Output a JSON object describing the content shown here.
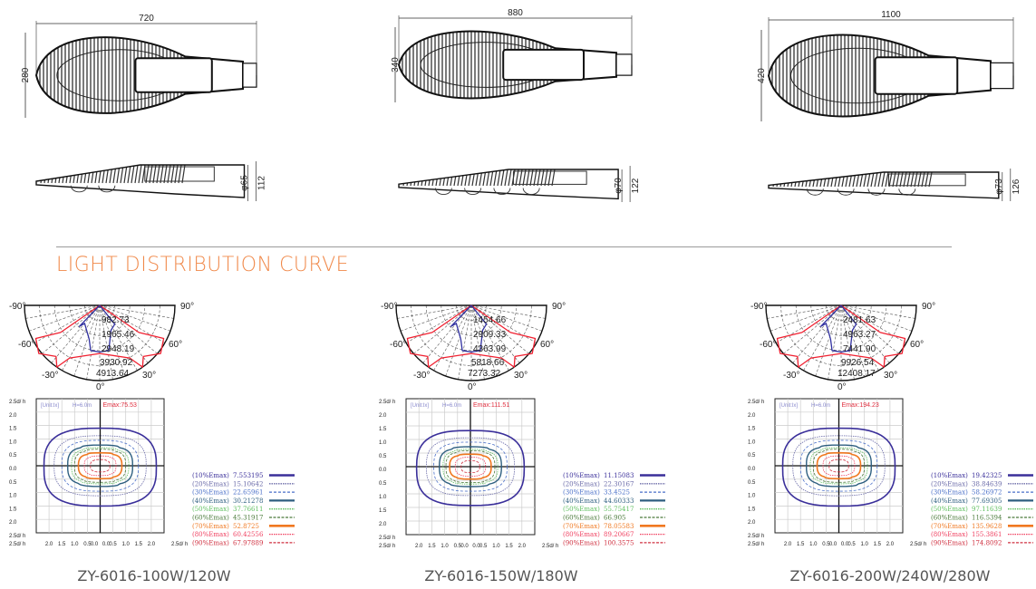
{
  "section_title": "LIGHT DISTRIBUTION CURVE",
  "products": [
    {
      "model": "ZY-6016-100W/120W",
      "dims": {
        "length": "720",
        "width": "280",
        "height": "112",
        "pole": "φ65"
      },
      "polar": {
        "angles": [
          "-90°",
          "90°",
          "-60°",
          "60°",
          "-30°",
          "30°",
          "0°"
        ],
        "values": [
          "982.73",
          "1965.46",
          "2948.19",
          "3930.92",
          "4913.64"
        ]
      },
      "iso": {
        "unit": "[Unit:lx]",
        "height": "H=6.0m",
        "emax": "Emax:75.53",
        "y_labels": [
          "2.5d/ h",
          "2.0",
          "1.5",
          "1.0",
          "0.5",
          "0.0",
          "0.5",
          "1.0",
          "1.5",
          "2.0",
          "2.5d/ h"
        ],
        "x_labels": [
          "2.5d/ h",
          "2.0",
          "1.5",
          "1.0",
          "0.5",
          "0.0",
          "0.0",
          "0.5",
          "1.0",
          "1.5",
          "2.0",
          "2.5d/ h"
        ],
        "legend": [
          {
            "label": "(10%Emax)",
            "value": "7.553195"
          },
          {
            "label": "(20%Emax)",
            "value": "15.10642"
          },
          {
            "label": "(30%Emax)",
            "value": "22.65961"
          },
          {
            "label": "(40%Emax)",
            "value": "30.21278"
          },
          {
            "label": "(50%Emax)",
            "value": "37.76611"
          },
          {
            "label": "(60%Emax)",
            "value": "45.31917"
          },
          {
            "label": "(70%Emax)",
            "value": "52.8725"
          },
          {
            "label": "(80%Emax)",
            "value": "60.42556"
          },
          {
            "label": "(90%Emax)",
            "value": "67.97889"
          }
        ]
      }
    },
    {
      "model": "ZY-6016-150W/180W",
      "dims": {
        "length": "880",
        "width": "340",
        "height": "122",
        "pole": "φ70"
      },
      "polar": {
        "angles": [
          "-90°",
          "90°",
          "-60°",
          "60°",
          "-30°",
          "30°",
          "0°"
        ],
        "values": [
          "1454.66",
          "2909.33",
          "4363.99",
          "5818.66",
          "7273.32"
        ]
      },
      "iso": {
        "unit": "[Unit:lx]",
        "height": "H=6.0m",
        "emax": "Emax:111.51",
        "y_labels": [
          "2.5d/ h",
          "2.0",
          "1.5",
          "1.0",
          "0.5",
          "0.0",
          "0.5",
          "1.0",
          "1.5",
          "2.0",
          "2.5d/ h"
        ],
        "x_labels": [
          "2.5d/ h",
          "2.0",
          "1.5",
          "1.0",
          "0.5",
          "0.0",
          "0.0",
          "0.5",
          "1.0",
          "1.5",
          "2.0",
          "2.5d/ h"
        ],
        "legend": [
          {
            "label": "(10%Emax)",
            "value": "11.15083"
          },
          {
            "label": "(20%Emax)",
            "value": "22.30167"
          },
          {
            "label": "(30%Emax)",
            "value": "33.4525"
          },
          {
            "label": "(40%Emax)",
            "value": "44.60333"
          },
          {
            "label": "(50%Emax)",
            "value": "55.75417"
          },
          {
            "label": "(60%Emax)",
            "value": "66.905"
          },
          {
            "label": "(70%Emax)",
            "value": "78.05583"
          },
          {
            "label": "(80%Emax)",
            "value": "89.20667"
          },
          {
            "label": "(90%Emax)",
            "value": "100.3575"
          }
        ]
      }
    },
    {
      "model": "ZY-6016-200W/240W/280W",
      "dims": {
        "length": "1100",
        "width": "420",
        "height": "126",
        "pole": "φ73"
      },
      "polar": {
        "angles": [
          "-90°",
          "90°",
          "-60°",
          "60°",
          "-30°",
          "30°",
          "0°"
        ],
        "values": [
          "2481.63",
          "4963.27",
          "7441.90",
          "9926.54",
          "12408.17"
        ]
      },
      "iso": {
        "unit": "[Unit:lx]",
        "height": "H=6.0m",
        "emax": "Emax:194.23",
        "y_labels": [
          "2.5d/ h",
          "2.0",
          "1.5",
          "1.0",
          "0.5",
          "0.0",
          "0.5",
          "1.0",
          "1.5",
          "2.0",
          "2.5d/ h"
        ],
        "x_labels": [
          "2.5d/ h",
          "2.0",
          "1.5",
          "1.0",
          "0.5",
          "0.0",
          "0.0",
          "0.5",
          "1.0",
          "1.5",
          "2.0",
          "2.5d/ h"
        ],
        "legend": [
          {
            "label": "(10%Emax)",
            "value": "19.42325"
          },
          {
            "label": "(20%Emax)",
            "value": "38.84639"
          },
          {
            "label": "(30%Emax)",
            "value": "58.26972"
          },
          {
            "label": "(40%Emax)",
            "value": "77.69305"
          },
          {
            "label": "(50%Emax)",
            "value": "97.11639"
          },
          {
            "label": "(60%Emax)",
            "value": "116.5394"
          },
          {
            "label": "(70%Emax)",
            "value": "135.9628"
          },
          {
            "label": "(80%Emax)",
            "value": "155.3861"
          },
          {
            "label": "(90%Emax)",
            "value": "174.8092"
          }
        ]
      }
    }
  ],
  "colors": {
    "accent": "#f0894a",
    "levels": [
      "#3a2f9a",
      "#6a6aa8",
      "#4a6fc8",
      "#2e5f80",
      "#5fbf5f",
      "#4a7a3a",
      "#f07820",
      "#f04060",
      "#d03040"
    ],
    "polar_c0": "#f02030",
    "polar_c90": "#3030a0"
  }
}
